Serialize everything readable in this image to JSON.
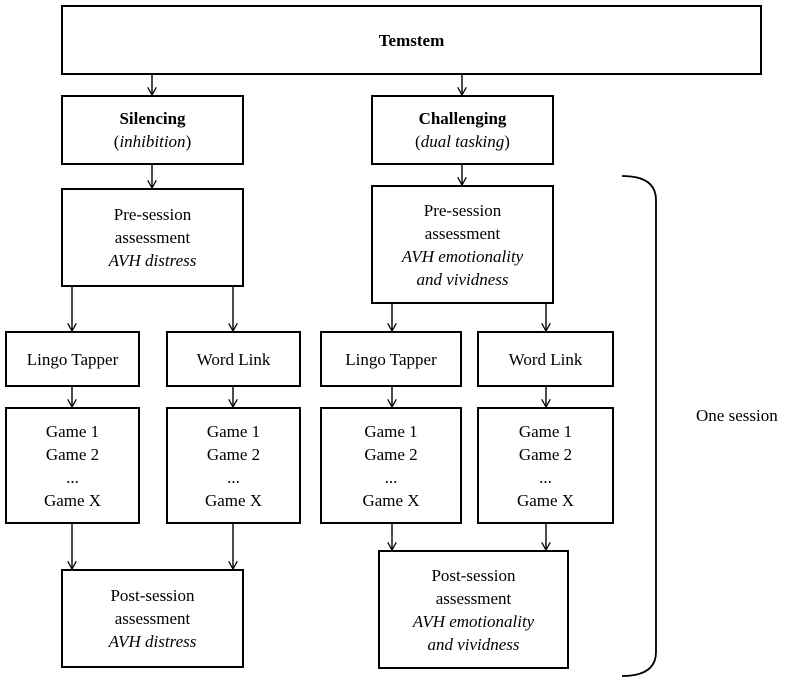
{
  "root": {
    "title": "Temstem"
  },
  "silencing": {
    "header": {
      "title": "Silencing",
      "subtitle_open": "(",
      "subtitle_em": "inhibition",
      "subtitle_close": ")"
    },
    "pre": {
      "line1": "Pre-session",
      "line2": "assessment",
      "line3": "AVH distress"
    },
    "games": [
      {
        "name": "Lingo Tapper",
        "items": [
          "Game 1",
          "Game 2",
          "...",
          "Game X"
        ]
      },
      {
        "name": "Word Link",
        "items": [
          "Game 1",
          "Game 2",
          "...",
          "Game X"
        ]
      }
    ],
    "post": {
      "line1": "Post-session",
      "line2": "assessment",
      "line3": "AVH distress"
    }
  },
  "challenging": {
    "header": {
      "title": "Challenging",
      "subtitle_open": "(",
      "subtitle_em": "dual tasking",
      "subtitle_close": ")"
    },
    "pre": {
      "line1": "Pre-session",
      "line2": "assessment",
      "line3": "AVH emotionality",
      "line4": "and vividness"
    },
    "games": [
      {
        "name": "Lingo Tapper",
        "items": [
          "Game 1",
          "Game 2",
          "...",
          "Game X"
        ]
      },
      {
        "name": "Word Link",
        "items": [
          "Game 1",
          "Game 2",
          "...",
          "Game X"
        ]
      }
    ],
    "post": {
      "line1": "Post-session",
      "line2": "assessment",
      "line3": "AVH emotionality",
      "line4": "and vividness"
    }
  },
  "bracket_label": "One session"
}
